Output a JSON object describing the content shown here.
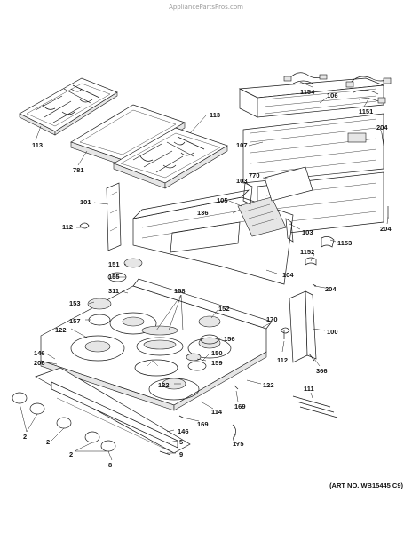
{
  "watermark": "AppliancePartsPros.com",
  "art_number": "(ART NO. WB15445 C9)",
  "callouts": {
    "c113a": "113",
    "c113b": "113",
    "c781": "781",
    "c1154": "1154",
    "c106": "106",
    "c1151": "1151",
    "c107": "107",
    "c204a": "204",
    "c770": "770",
    "c103a": "103",
    "c105": "105",
    "c136": "136",
    "c103b": "103",
    "c101": "101",
    "c112a": "112",
    "c1153": "1153",
    "c204b": "204",
    "c1152": "1152",
    "c151": "151",
    "c155": "155",
    "c104": "104",
    "c311": "311",
    "c158": "158",
    "c204c": "204",
    "c153": "153",
    "c152": "152",
    "c157": "157",
    "c122a": "122",
    "c170": "170",
    "c156": "156",
    "c100": "100",
    "c146a": "146",
    "c206": "206",
    "c150": "150",
    "c159": "159",
    "c112b": "112",
    "c366": "366",
    "c122b": "122",
    "c122c": "122",
    "c111": "111",
    "c169a": "169",
    "c114": "114",
    "c2a": "2",
    "c146b": "146",
    "c169b": "169",
    "c2b": "2",
    "c5": "5",
    "c175": "175",
    "c2c": "2",
    "c9": "9",
    "c8": "8"
  }
}
